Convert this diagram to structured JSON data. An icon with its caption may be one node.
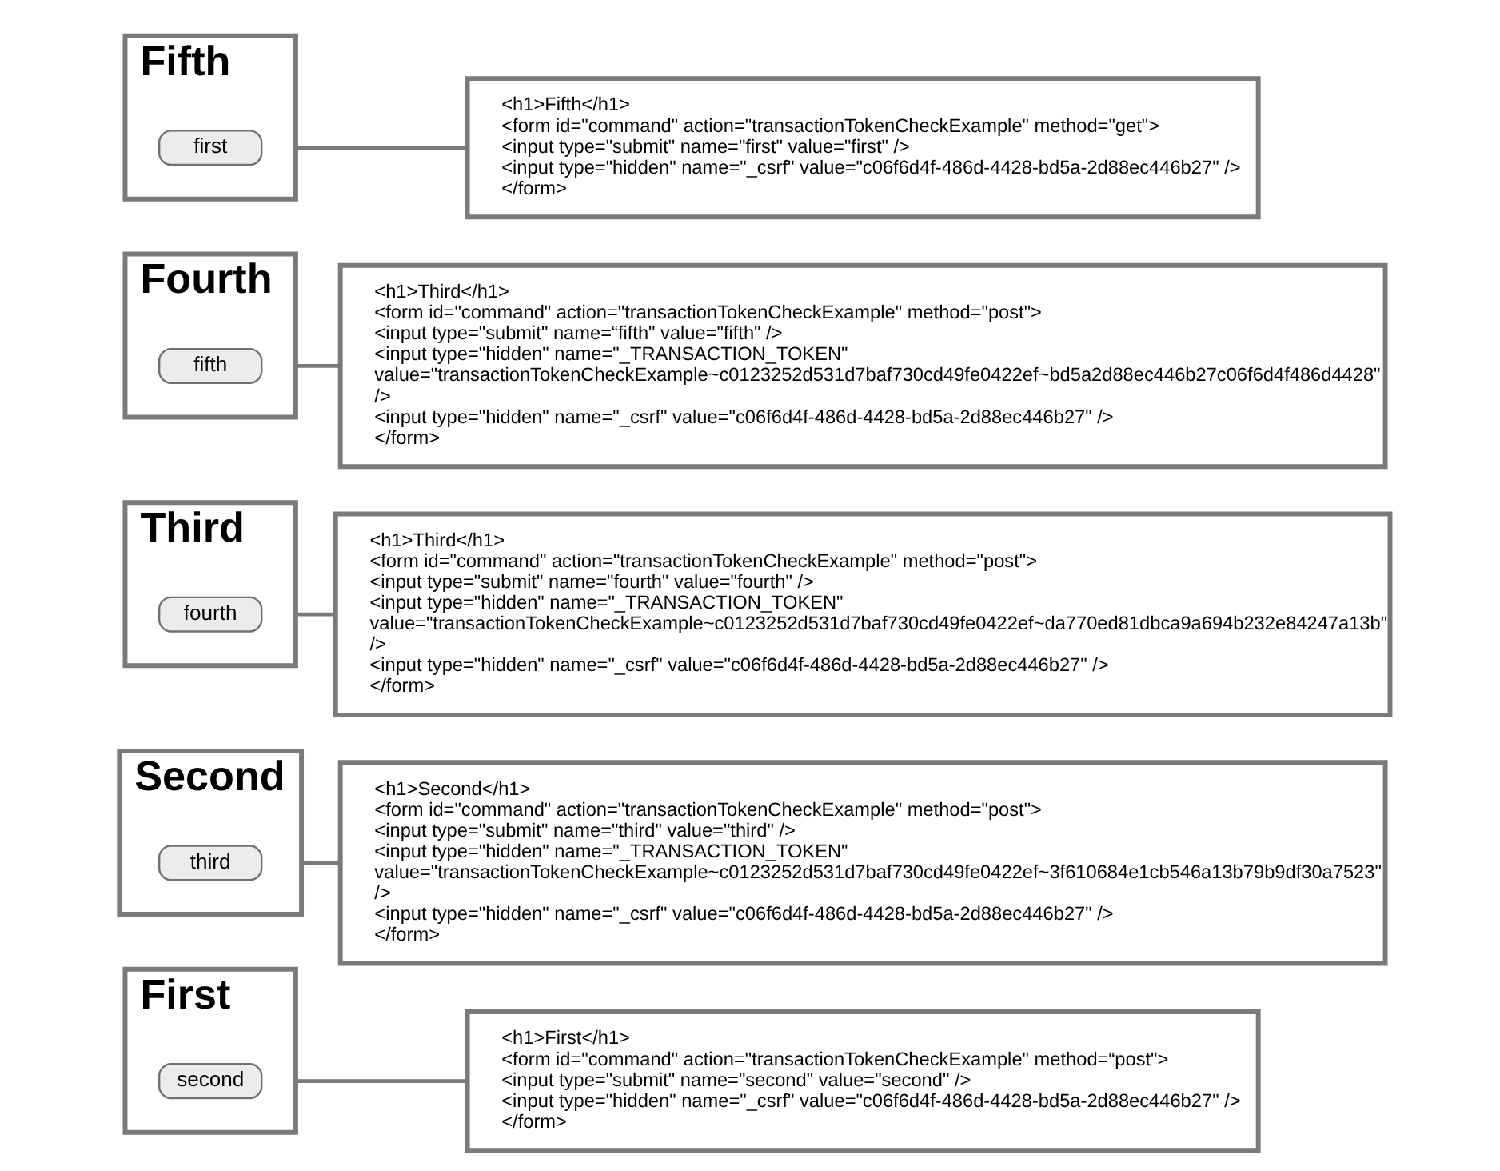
{
  "diagram": {
    "nodes": [
      {
        "text": [
          "First"
        ]
      },
      {
        "text": [
          "second"
        ],
        "in": 0
      },
      {
        "text": [
          "<h1>First</h1>",
          "<form id=\"command\" action=\"transactionTokenCheckExample\" method=“post\">",
          "<input type=\"submit\" name=\"second\" value=\"second\" />",
          "<input type=\"hidden\" name=\"_csrf\" value=\"c06f6d4f-486d-4428-bd5a-2d88ec446b27\" />",
          "</form>"
        ]
      },
      {
        "text": [
          "Second"
        ]
      },
      {
        "text": [
          "third"
        ],
        "in": 3
      },
      {
        "text": [
          "<h1>Second</h1>",
          "<form id=\"command\" action=\"transactionTokenCheckExample\" method=\"post\">",
          "<input type=\"submit\" name=\"third\" value=\"third\" />",
          "<input type=\"hidden\" name=\"_TRANSACTION_TOKEN\" value=\"transactionTokenCheckExample~c0123252d531d7baf730cd49fe0422ef~3f610684e1cb546a13b79b9df30a7523\" />",
          "<input type=\"hidden\" name=\"_csrf\" value=\"c06f6d4f-486d-4428-bd5a-2d88ec446b27\" />",
          "</form>"
        ]
      },
      {
        "text": [
          "Third"
        ]
      },
      {
        "text": [
          "fourth"
        ],
        "in": 6
      },
      {
        "text": [
          "<h1>Third</h1>",
          "<form id=\"command\" action=\"transactionTokenCheckExample\" method=\"post\">",
          "<input type=\"submit\" name=\"fourth\" value=\"fourth\" />",
          "<input type=\"hidden\" name=\"_TRANSACTION_TOKEN\" value=\"transactionTokenCheckExample~c0123252d531d7baf730cd49fe0422ef~da770ed81dbca9a694b232e84247a13b\" />",
          "<input type=\"hidden\" name=\"_csrf\" value=\"c06f6d4f-486d-4428-bd5a-2d88ec446b27\" />",
          "</form>"
        ]
      },
      {
        "text": [
          "Fourth"
        ]
      },
      {
        "text": [
          "fifth"
        ],
        "in": 9
      },
      {
        "text": [
          "<h1>Third</h1>",
          "<form id=\"command\" action=\"transactionTokenCheckExample\" method=\"post\">",
          "<input type=\"submit\" name=“fifth\" value=\"fifth\" />",
          "<input type=\"hidden\" name=\"_TRANSACTION_TOKEN\" value=\"transactionTokenCheckExample~c0123252d531d7baf730cd49fe0422ef~bd5a2d88ec446b27c06f6d4f486d4428\" />",
          "<input type=\"hidden\" name=\"_csrf\" value=\"c06f6d4f-486d-4428-bd5a-2d88ec446b27\" />",
          "</form>"
        ]
      },
      {
        "text": [
          "Fifth"
        ]
      },
      {
        "text": [
          "first"
        ],
        "in": 12
      },
      {
        "text": [
          "<h1>Fifth</h1>",
          "<form id=\"command\" action=\"transactionTokenCheckExample\" method=\"get\">",
          "<input type=\"submit\" name=\"first\" value=\"first\" />",
          "<input type=\"hidden\" name=\"_csrf\" value=\"c06f6d4f-486d-4428-bd5a-2d88ec446b27\" />",
          "</form>"
        ]
      }
    ],
    "edges": [
      {
        "from": 0,
        "to": 2,
        "arrow": "none"
      },
      {
        "from": 3,
        "to": 5,
        "arrow": "none"
      },
      {
        "from": 6,
        "to": 8,
        "arrow": "none"
      },
      {
        "from": 9,
        "to": 11,
        "arrow": "none"
      },
      {
        "from": 12,
        "to": 14,
        "arrow": "none"
      }
    ]
  }
}
